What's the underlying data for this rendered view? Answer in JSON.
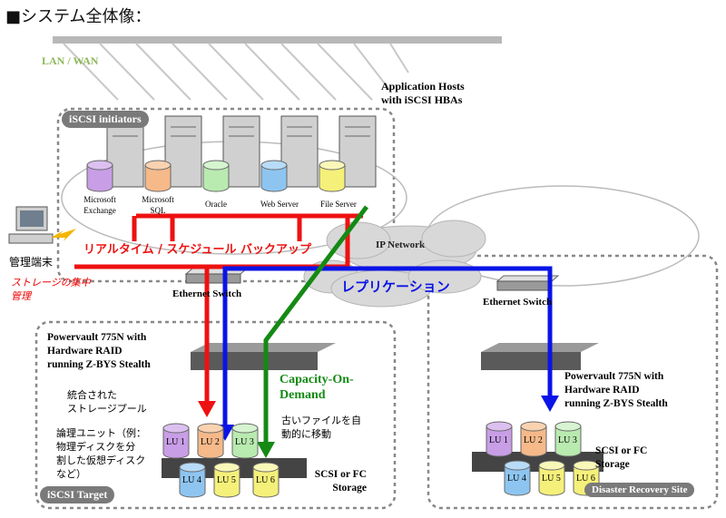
{
  "title": "■システム全体像：",
  "lan_label": "LAN / WAN",
  "app_hosts_label": [
    "Application Hosts",
    "with iSCSI HBAs"
  ],
  "initiators_tag": "iSCSI initiators",
  "servers": [
    {
      "label": [
        "Microsoft",
        "Exchange"
      ],
      "color": "#c89ee6"
    },
    {
      "label": [
        "Microsoft",
        "SQL"
      ],
      "color": "#f5b98a"
    },
    {
      "label": [
        "Oracle"
      ],
      "color": "#b9eab0"
    },
    {
      "label": [
        "Web Server"
      ],
      "color": "#8ec5f0"
    },
    {
      "label": [
        "File Server"
      ],
      "color": "#f5f07a"
    }
  ],
  "mgmt_terminal": "管理端末",
  "central_storage": [
    "ストレージの集中",
    "管理"
  ],
  "realtime_backup": "リアルタイム / スケジュール バックアップ",
  "ip_network": "IP Network",
  "replication": "レプリケーション",
  "ethernet_switch": "Ethernet Switch",
  "left_storage_label": [
    "Powervault 775N with",
    "Hardware RAID",
    "running Z-BYS Stealth"
  ],
  "right_storage_label": [
    "Powervault 775N with",
    "Hardware RAID",
    "running Z-BYS Stealth"
  ],
  "pool_label": [
    "統合された",
    "ストレージプール"
  ],
  "lu_desc": [
    "論理ユニット（例：",
    "物理ディスクを分",
    "割した仮想ディスク",
    "など）"
  ],
  "capacity": [
    "Capacity-On-",
    "Demand"
  ],
  "old_files": [
    "古いファイルを自",
    "動的に移動"
  ],
  "scsi_fc": [
    "SCSI or FC",
    "Storage"
  ],
  "target_tag": "iSCSI Target",
  "dr_tag": "Disaster Recovery Site",
  "lu_left_top": [
    {
      "label": "LU 1",
      "color": "#c89ee6"
    },
    {
      "label": "LU 2",
      "color": "#f5b98a"
    },
    {
      "label": "LU 3",
      "color": "#b9eab0"
    }
  ],
  "lu_left_bottom": [
    {
      "label": "LU 4",
      "color": "#8ec5f0"
    },
    {
      "label": "LU 5",
      "color": "#f5f07a"
    },
    {
      "label": "LU 6",
      "color": "#f5f07a"
    }
  ],
  "lu_right_top": [
    {
      "label": "LU 1",
      "color": "#c89ee6"
    },
    {
      "label": "LU 2",
      "color": "#f5b98a"
    },
    {
      "label": "LU 3",
      "color": "#b9eab0"
    }
  ],
  "lu_right_bottom": [
    {
      "label": "LU 4",
      "color": "#8ec5f0"
    },
    {
      "label": "LU 5",
      "color": "#f5f07a"
    },
    {
      "label": "LU 6",
      "color": "#f5f07a"
    }
  ],
  "colors": {
    "backup_red": "#ee1111",
    "replication_blue": "#0a14e6",
    "capacity_green": "#148a14"
  }
}
